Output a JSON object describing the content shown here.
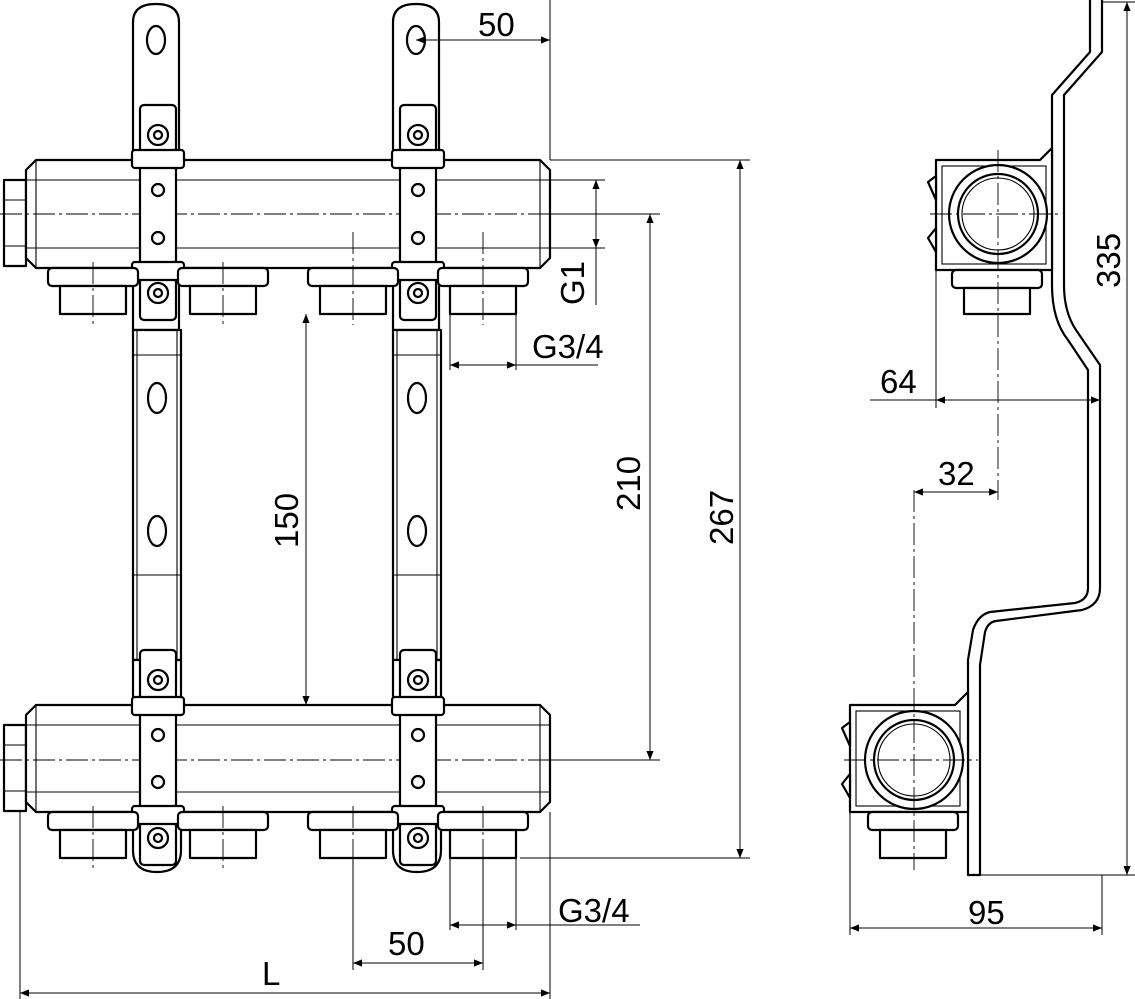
{
  "dimensions": {
    "bracket_spacing": "50",
    "pipe_size": "G1",
    "outlet_size_top": "G3/4",
    "outlet_size_bottom": "G3/4",
    "outlet_spacing": "50",
    "length": "L",
    "bar_spacing": "150",
    "axis_to_outlet": "210",
    "total_height": "267",
    "side_depth": "64",
    "side_offset": "32",
    "side_total_height": "335",
    "side_width": "95"
  }
}
